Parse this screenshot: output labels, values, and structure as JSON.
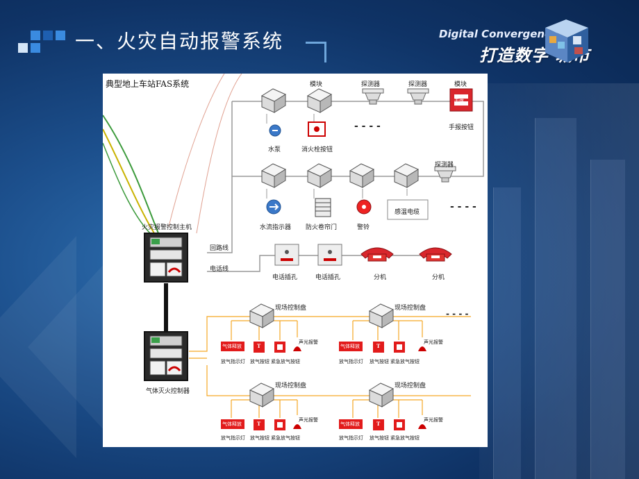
{
  "slide": {
    "title": "一、火灾自动报警系统",
    "brand_top": "Digital Convergence:",
    "brand_bottom": "打造数字  城市"
  },
  "diagram": {
    "title": "典型地上车站FAS系统",
    "main_controller": "火灾报警控制主机",
    "gas_controller": "气体灭火控制器",
    "loop_line": "回路线",
    "phone_line": "电话线",
    "row1": {
      "module_label": "模块",
      "module2_label": "模块",
      "detector1": "探测器",
      "detector2": "探测器",
      "pump": "水泵",
      "hydrant_button": "消火栓按钮",
      "manual_button": "手报按钮",
      "manual_small": "手报"
    },
    "row2": {
      "detector": "探测器",
      "flow": "水流指示器",
      "shutter": "防火卷帘门",
      "bell": "警铃",
      "cable": "感温电缆"
    },
    "row3": {
      "jack1": "电话插孔",
      "jack2": "电话插孔",
      "ext1": "分机",
      "ext2": "分机"
    },
    "panel_label": "现场控制盘",
    "panel_items": {
      "gas_release": "气体释放",
      "t_mark": "T",
      "light": "放气指示灯",
      "button": "放气按钮",
      "emergency": "紧急放气按钮",
      "alarm": "声光报警"
    },
    "ellipsis": "----"
  },
  "colors": {
    "accent_red": "#e21b1b",
    "line_orange": "#f5a623",
    "line_gray": "#888888",
    "title_blue": "#6fa7dc"
  }
}
